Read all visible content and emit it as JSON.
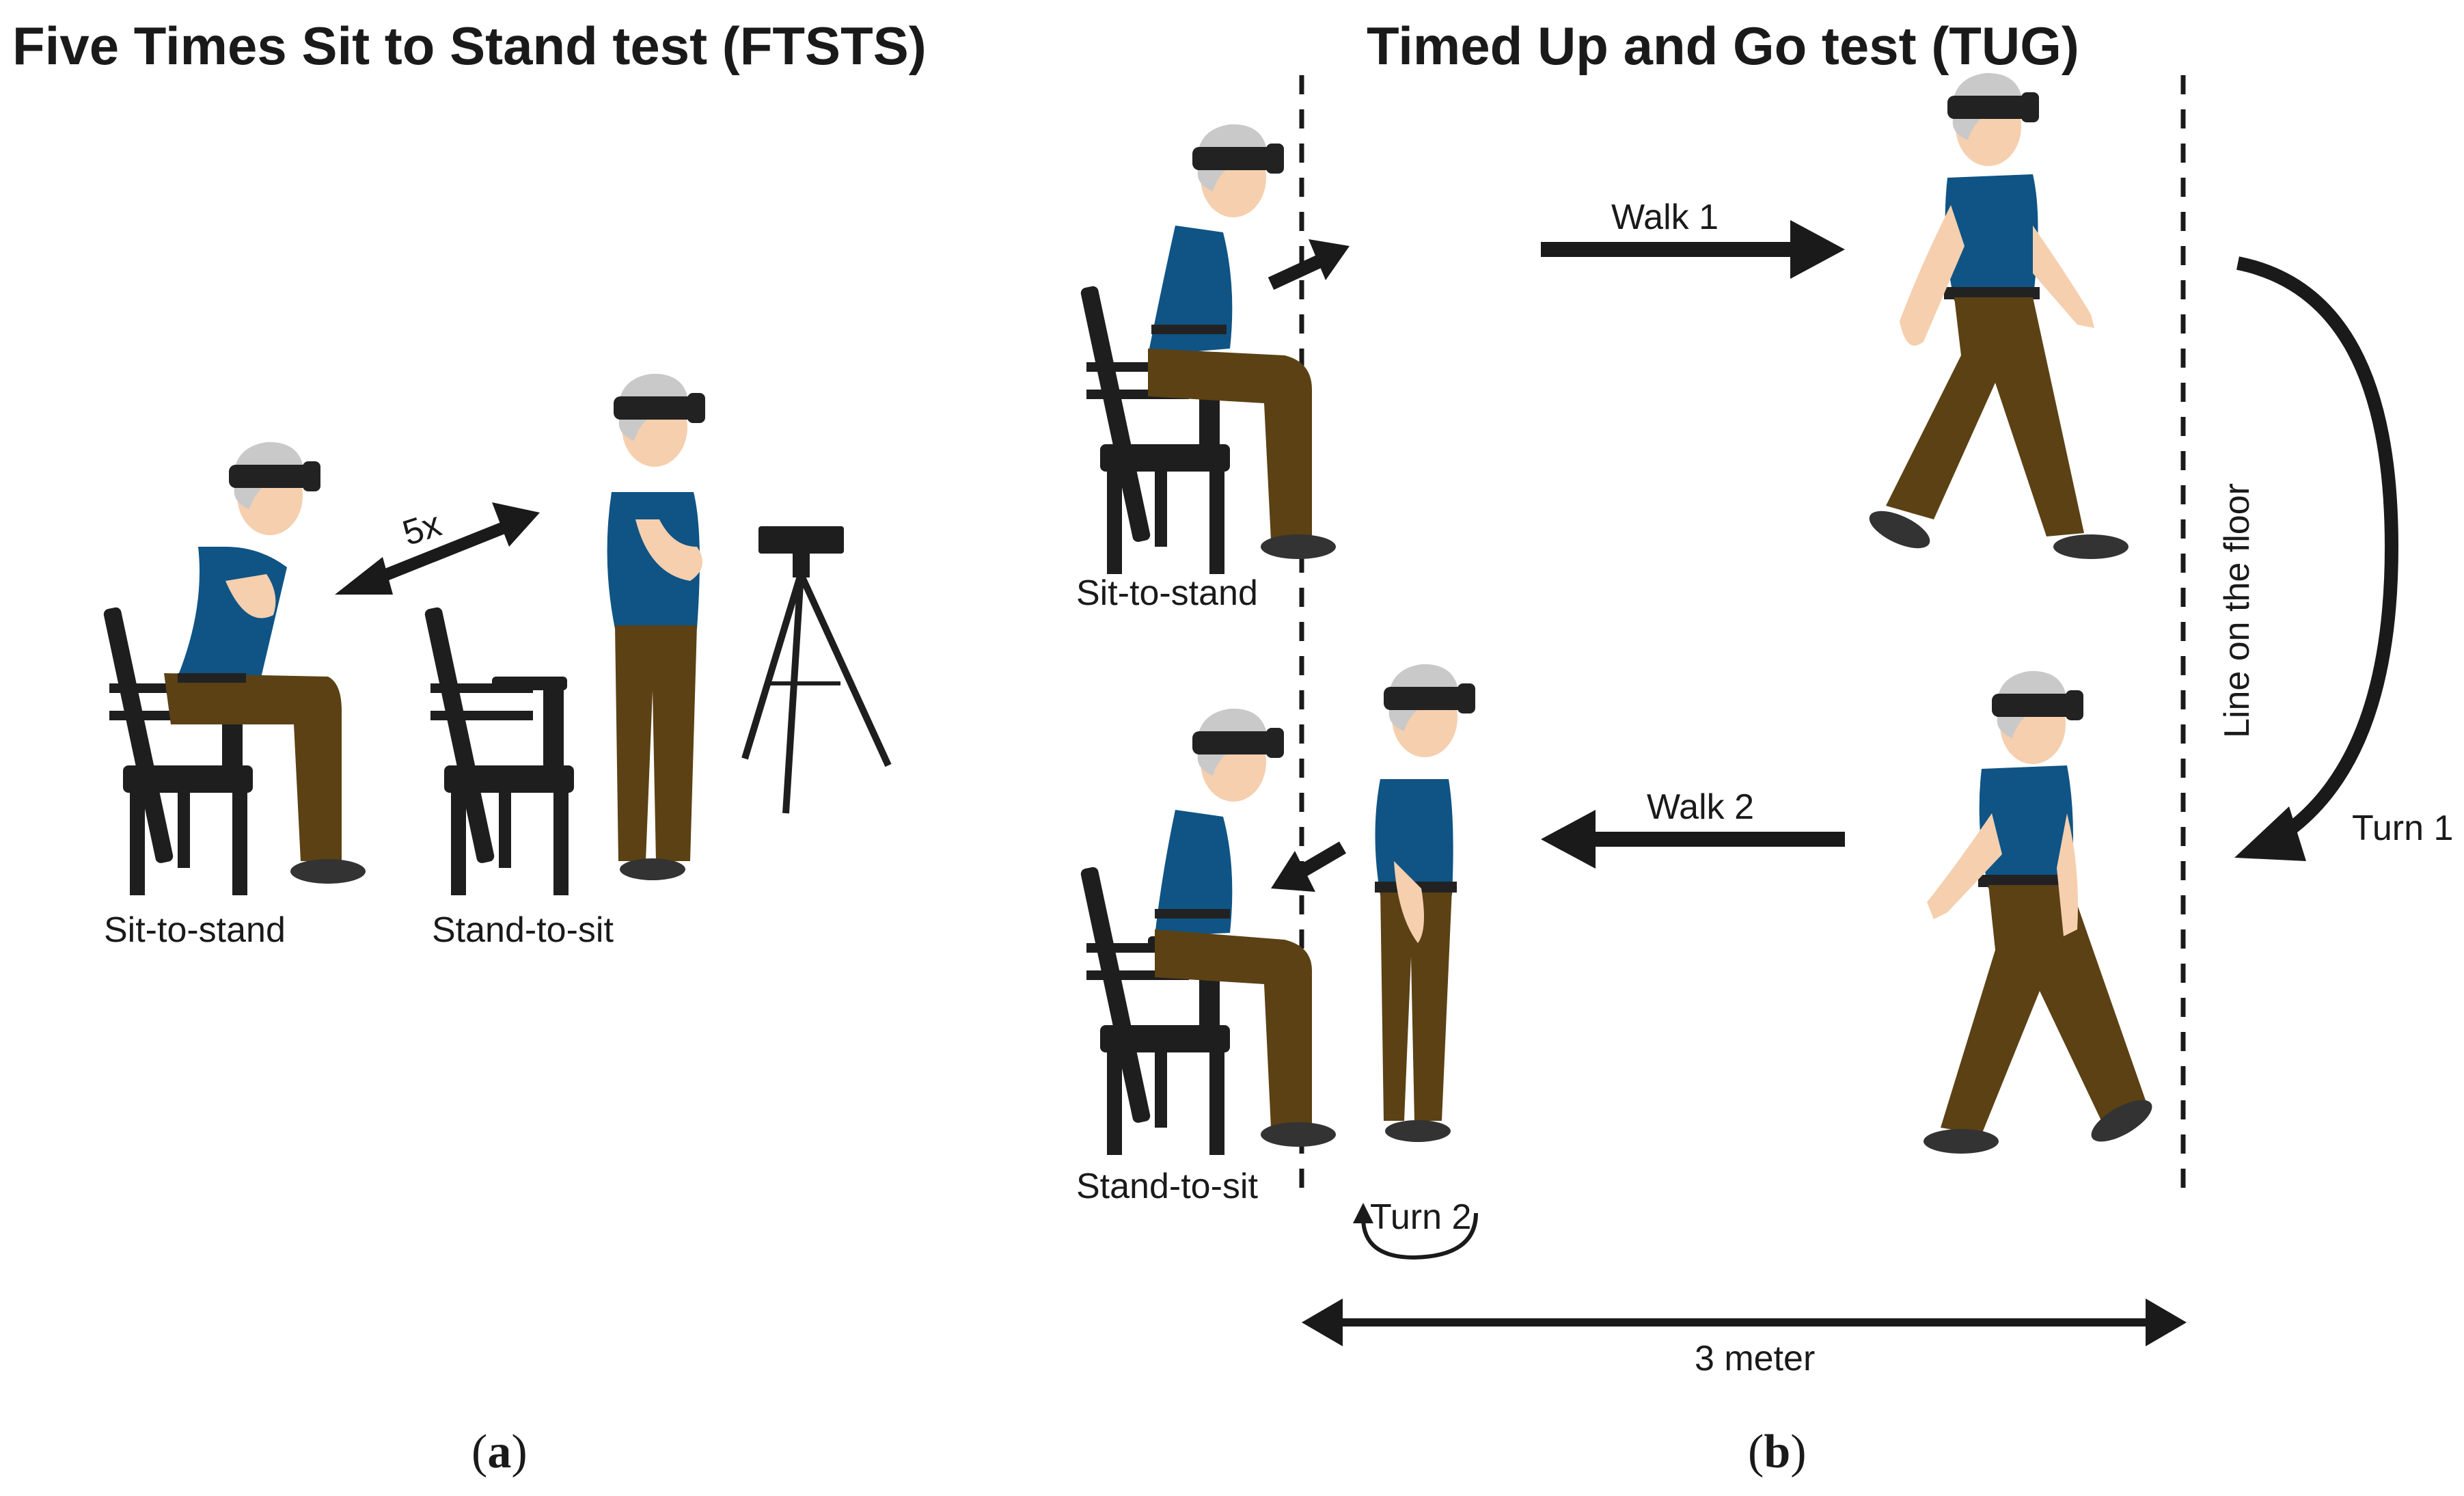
{
  "titles": {
    "left": "Five Times Sit to Stand test (FTSTS)",
    "right": "Timed Up and Go test (TUG)"
  },
  "ftsts": {
    "repeat_label": "5x",
    "sit_to_stand": "Sit-to-stand",
    "stand_to_sit": "Stand-to-sit"
  },
  "tug": {
    "sit_to_stand": "Sit-to-stand",
    "stand_to_sit": "Stand-to-sit",
    "walk1": "Walk 1",
    "walk2": "Walk 2",
    "turn1": "Turn 1",
    "turn2": "Turn 2",
    "floor_line": "Line on the floor",
    "distance": "3 meter"
  },
  "panels": {
    "a_open": "(",
    "a_letter": "a",
    "a_close": ")",
    "b_open": "(",
    "b_letter": "b",
    "b_close": ")"
  },
  "colors": {
    "shirt": "#0f5484",
    "pants": "#5b4114",
    "skin": "#f5cfae",
    "hair": "#c9c9c9",
    "chair": "#1e1e1e",
    "headset": "#222222",
    "arrow": "#1a1a1a"
  }
}
